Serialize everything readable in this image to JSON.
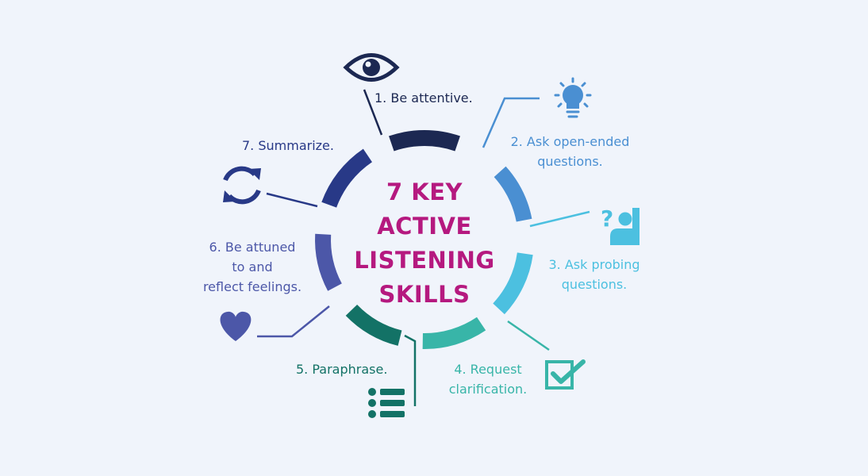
{
  "title": {
    "lines": [
      "7 KEY",
      "ACTIVE",
      "LISTENING",
      "SKILLS"
    ],
    "color": "#b5197f"
  },
  "skills": [
    {
      "label": "1. Be attentive.",
      "color": "#1c2852",
      "icon": "eye-icon"
    },
    {
      "label": "2. Ask open-ended\nquestions.",
      "color": "#4a8fd2",
      "icon": "lightbulb-icon"
    },
    {
      "label": "3. Ask probing\nquestions.",
      "color": "#4cc0e0",
      "icon": "question-person-icon"
    },
    {
      "label": "4. Request\nclarification.",
      "color": "#38b5a8",
      "icon": "checkbox-icon"
    },
    {
      "label": "5. Paraphrase.",
      "color": "#137266",
      "icon": "list-icon"
    },
    {
      "label": "6. Be attuned\nto and\nreflect feelings.",
      "color": "#4c57a8",
      "icon": "heart-icon"
    },
    {
      "label": "7. Summarize.",
      "color": "#283987",
      "icon": "sync-icon"
    }
  ]
}
